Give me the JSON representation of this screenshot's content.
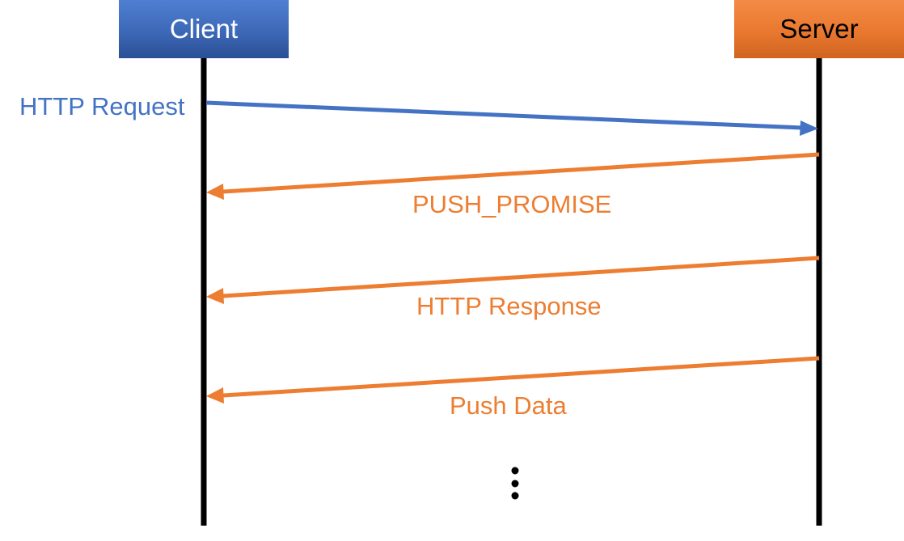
{
  "actors": {
    "client": "Client",
    "server": "Server"
  },
  "messages": [
    {
      "label": "HTTP Request",
      "from": "client",
      "to": "server",
      "color": "#4472c4"
    },
    {
      "label": "PUSH_PROMISE",
      "from": "server",
      "to": "client",
      "color": "#ed7d31"
    },
    {
      "label": "HTTP Response",
      "from": "server",
      "to": "client",
      "color": "#ed7d31"
    },
    {
      "label": "Push Data",
      "from": "server",
      "to": "client",
      "color": "#ed7d31"
    }
  ],
  "continuation": "⋮",
  "colors": {
    "client": "#4472c4",
    "server": "#ed7d31",
    "lifeline": "#000000"
  }
}
